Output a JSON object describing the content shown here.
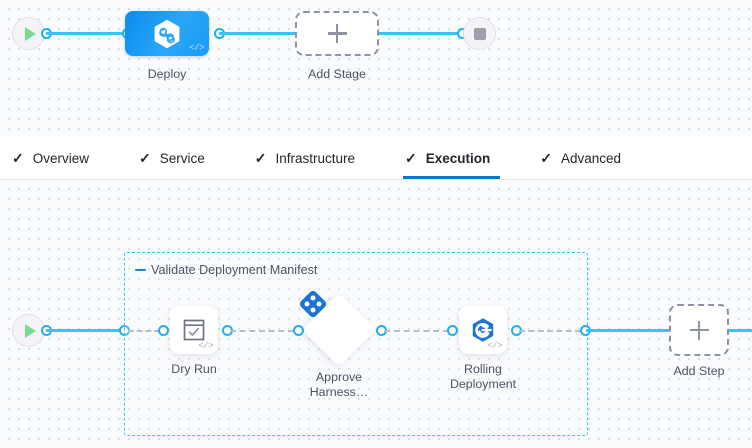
{
  "stage_canvas": {
    "start_node": {
      "icon": "play-icon"
    },
    "end_node": {
      "icon": "stop-icon"
    },
    "nodes": [
      {
        "id": "deploy",
        "label": "Deploy",
        "icon": "harness-hexagon-icon",
        "badge": "</>"
      },
      {
        "id": "add-stage",
        "label": "Add Stage",
        "icon": "plus-icon"
      }
    ]
  },
  "tabs": {
    "check_glyph": "✓",
    "items": [
      {
        "label": "Overview",
        "active": false
      },
      {
        "label": "Service",
        "active": false
      },
      {
        "label": "Infrastructure",
        "active": false
      },
      {
        "label": "Execution",
        "active": true
      },
      {
        "label": "Advanced",
        "active": false
      }
    ],
    "active_underline_color": "#0278d5"
  },
  "execution_canvas": {
    "start_node": {
      "icon": "play-icon"
    },
    "group": {
      "title": "Validate Deployment Manifest",
      "collapse_icon": "minus-icon",
      "border_color": "#33c5f3"
    },
    "steps": [
      {
        "id": "dry-run",
        "label": "Dry Run",
        "icon": "checklist-icon",
        "badge": "</>",
        "shape": "card"
      },
      {
        "id": "approve-harness",
        "label": "Approve Harness…",
        "icon": "harness-approval-icon",
        "badge": "",
        "shape": "diamond"
      },
      {
        "id": "rolling-deployment",
        "label": "Rolling Deployment",
        "icon": "rolling-deploy-icon",
        "badge": "</>",
        "shape": "card"
      }
    ],
    "add_step": {
      "label": "Add Step",
      "icon": "plus-icon"
    }
  },
  "colors": {
    "accent_blue": "#33c5f3",
    "node_blue": "#1b9bf5",
    "tab_active": "#0278d5",
    "canvas_bg": "#f9fbfd",
    "dashed_gray": "#8d93a4"
  }
}
